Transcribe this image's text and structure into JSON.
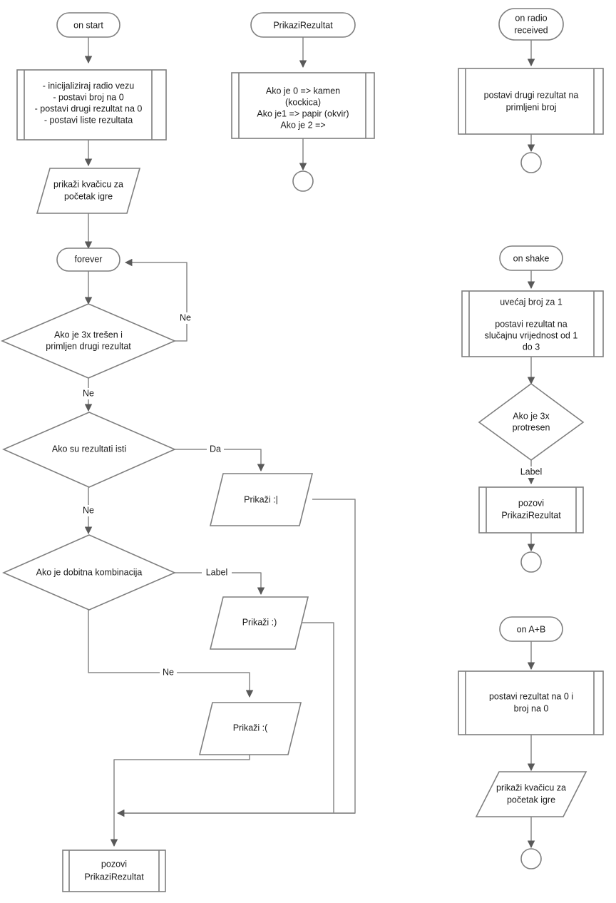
{
  "diagram": {
    "title": "Rock-paper-scissors micro:bit flowchart",
    "language": "hr",
    "colors": {
      "shape_stroke": "#7f7f7f",
      "connector_stroke": "#888888",
      "arrow_fill": "#595959",
      "text": "#1a1a1a",
      "background": "#ffffff"
    },
    "columns": [
      {
        "name": "on-start-flow"
      },
      {
        "name": "prikazirezultat-function-flow"
      },
      {
        "name": "event-handlers-flow"
      }
    ]
  },
  "nodes": {
    "on_start": {
      "label": "on start",
      "shape": "terminator"
    },
    "init_block": {
      "label": "- inicijaliziraj radio vezu\n- postavi broj na 0\n- postavi drugi rezultat na 0\n- postavi liste rezultata",
      "shape": "subroutine"
    },
    "show_check_1": {
      "label": "prikaži kvačicu za\npočetak igre",
      "shape": "io-parallelogram"
    },
    "forever": {
      "label": "forever",
      "shape": "terminator"
    },
    "decision_shaken_received": {
      "label": "Ako je 3x trešen i\nprimljen drugi rezultat",
      "shape": "decision"
    },
    "decision_same_results": {
      "label": "Ako su rezultati isti",
      "shape": "decision"
    },
    "decision_winning_combo": {
      "label": "Ako je dobitna kombinacija",
      "shape": "decision"
    },
    "show_neutral": {
      "label": "Prikaži :|",
      "shape": "io-parallelogram"
    },
    "show_happy": {
      "label": "Prikaži :)",
      "shape": "io-parallelogram"
    },
    "show_sad": {
      "label": "Prikaži :(",
      "shape": "io-parallelogram"
    },
    "call_prikazirezultat_main": {
      "label": "pozovi\nPrikaziRezultat",
      "shape": "subroutine"
    },
    "prikazirezultat_header": {
      "label": "PrikaziRezultat",
      "shape": "terminator"
    },
    "prikazirezultat_body": {
      "label": "Ako je 0 => kamen\n(kockica)\nAko je1 => papir (okvir)\nAko je 2 =>",
      "shape": "subroutine"
    },
    "prikazirezultat_end": {
      "label": "",
      "shape": "end-circle"
    },
    "on_radio_received": {
      "label": "on radio\nreceived",
      "shape": "terminator"
    },
    "set_second_result": {
      "label": "postavi drugi rezultat na\nprimljeni broj",
      "shape": "subroutine"
    },
    "radio_end": {
      "label": "",
      "shape": "end-circle"
    },
    "on_shake": {
      "label": "on shake",
      "shape": "terminator"
    },
    "shake_block": {
      "label": "uvećaj broj za 1\n\npostavi rezultat na\nslučajnu vrijednost od 1\ndo 3",
      "shape": "subroutine"
    },
    "decision_shaken_3x": {
      "label": "Ako je 3x\nprotresen",
      "shape": "decision"
    },
    "call_prikazirezultat_shake": {
      "label": "pozovi\nPrikaziRezultat",
      "shape": "subroutine"
    },
    "shake_end": {
      "label": "",
      "shape": "end-circle"
    },
    "on_ab": {
      "label": "on A+B",
      "shape": "terminator"
    },
    "reset_block": {
      "label": "postavi rezultat na 0 i\nbroj na 0",
      "shape": "subroutine"
    },
    "show_check_2": {
      "label": "prikaži kvačicu za\npočetak igre",
      "shape": "io-parallelogram"
    },
    "ab_end": {
      "label": "",
      "shape": "end-circle"
    }
  },
  "edge_labels": {
    "loop_back_ne": "Ne",
    "shaken_received_ne": "Ne",
    "same_results_da": "Da",
    "same_results_ne": "Ne",
    "winning_combo_label": "Label",
    "winning_combo_ne": "Ne",
    "shaken_3x_label": "Label"
  },
  "node_lines": {
    "on_start": [
      "on start"
    ],
    "init_block": [
      "- inicijaliziraj radio vezu",
      "- postavi broj na 0",
      "- postavi drugi rezultat na 0",
      "- postavi liste rezultata"
    ],
    "show_check_1": [
      "prikaži kvačicu za",
      "početak igre"
    ],
    "forever": [
      "forever"
    ],
    "decision_shaken_received": [
      "Ako je 3x trešen i",
      "primljen drugi rezultat"
    ],
    "decision_same_results": [
      "Ako su rezultati isti"
    ],
    "decision_winning_combo": [
      "Ako je dobitna kombinacija"
    ],
    "show_neutral": [
      "Prikaži :|"
    ],
    "show_happy": [
      "Prikaži :)"
    ],
    "show_sad": [
      "Prikaži :("
    ],
    "call_prikazirezultat_main": [
      "pozovi",
      "PrikaziRezultat"
    ],
    "prikazirezultat_header": [
      "PrikaziRezultat"
    ],
    "prikazirezultat_body": [
      "Ako je 0 => kamen",
      "(kockica)",
      "Ako je1 => papir (okvir)",
      "Ako je 2 =>"
    ],
    "on_radio_received": [
      "on radio",
      "received"
    ],
    "set_second_result": [
      "postavi drugi rezultat na",
      "primljeni broj"
    ],
    "on_shake": [
      "on shake"
    ],
    "shake_block": [
      "uvećaj broj za 1",
      "",
      "postavi rezultat na",
      "slučajnu vrijednost od 1",
      "do 3"
    ],
    "decision_shaken_3x": [
      "Ako je 3x",
      "protresen"
    ],
    "call_prikazirezultat_shake": [
      "pozovi",
      "PrikaziRezultat"
    ],
    "on_ab": [
      "on A+B"
    ],
    "reset_block": [
      "postavi rezultat na 0 i",
      "broj na 0"
    ],
    "show_check_2": [
      "prikaži kvačicu za",
      "početak igre"
    ]
  }
}
